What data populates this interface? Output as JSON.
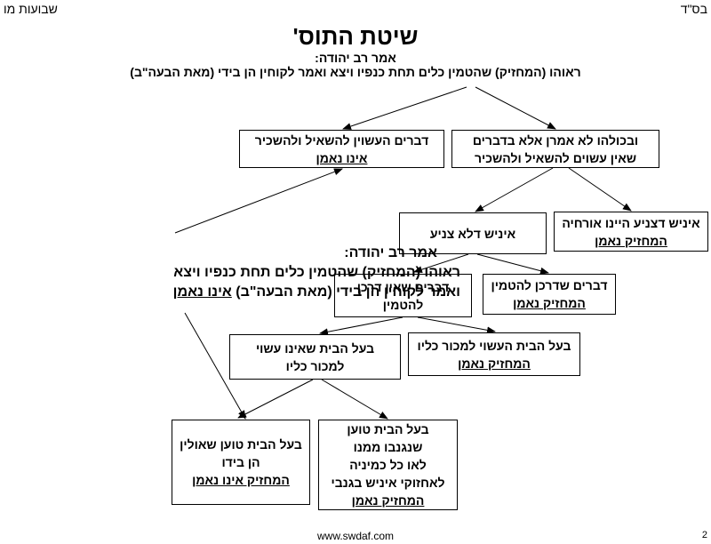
{
  "header": {
    "left": "שבועות מו",
    "right": "בס\"ד"
  },
  "title": "שיטת התוס'",
  "intro": {
    "line1": "אמר רב יהודה:",
    "line2": "ראוהו (המחזיק) שהטמין כלים תחת כנפיו ויצא ואמר לקוחין הן בידי (מאת הבעה\"ב)"
  },
  "boxes": {
    "b1": {
      "line1": "דברים העשוין להשאיל ולהשכיר",
      "verdict": "אינו נאמן"
    },
    "b2": {
      "line1": "ובכולהו לא אמרן אלא בדברים",
      "line2": "שאין עשוים להשאיל ולהשכיר"
    },
    "b3": {
      "line1": "איניש דלא צניע"
    },
    "b4": {
      "line1": "איניש דצניע היינו אורחיה",
      "verdict": "המחזיק נאמן"
    },
    "b5": {
      "line1": "דברים שאין דרכן",
      "line2": "להטמין"
    },
    "b6": {
      "line1": "דברים שדרכן להטמין",
      "verdict": "המחזיק נאמן"
    },
    "b7": {
      "line1": "בעל הבית שאינו עשוי",
      "line2": "למכור כליו"
    },
    "b8": {
      "line1": "בעל הבית העשוי למכור כליו",
      "verdict": "המחזיק נאמן"
    },
    "b9": {
      "line1": "בעל הבית טוען שאולין",
      "line2": "הן בידו",
      "verdict": "המחזיק אינו נאמן"
    },
    "b10": {
      "line1": "בעל הבית טוען",
      "line2": "שנגנבו ממנו",
      "line3": "לאו כל כמיניה",
      "line4": "לאחזוקי איניש בגנבי",
      "verdict": "המחזיק נאמן"
    }
  },
  "side_note": {
    "line1": "אמר רב יהודה:",
    "line2": "ראוהו (המחזיק) שהטמין כלים תחת כנפיו ויצא",
    "line3_prefix": "ואמר לקוחין הן בידי (מאת הבעה\"ב) ",
    "line3_verdict": "אינו נאמן"
  },
  "footer": {
    "url": "www.swdaf.com",
    "page": "2"
  }
}
